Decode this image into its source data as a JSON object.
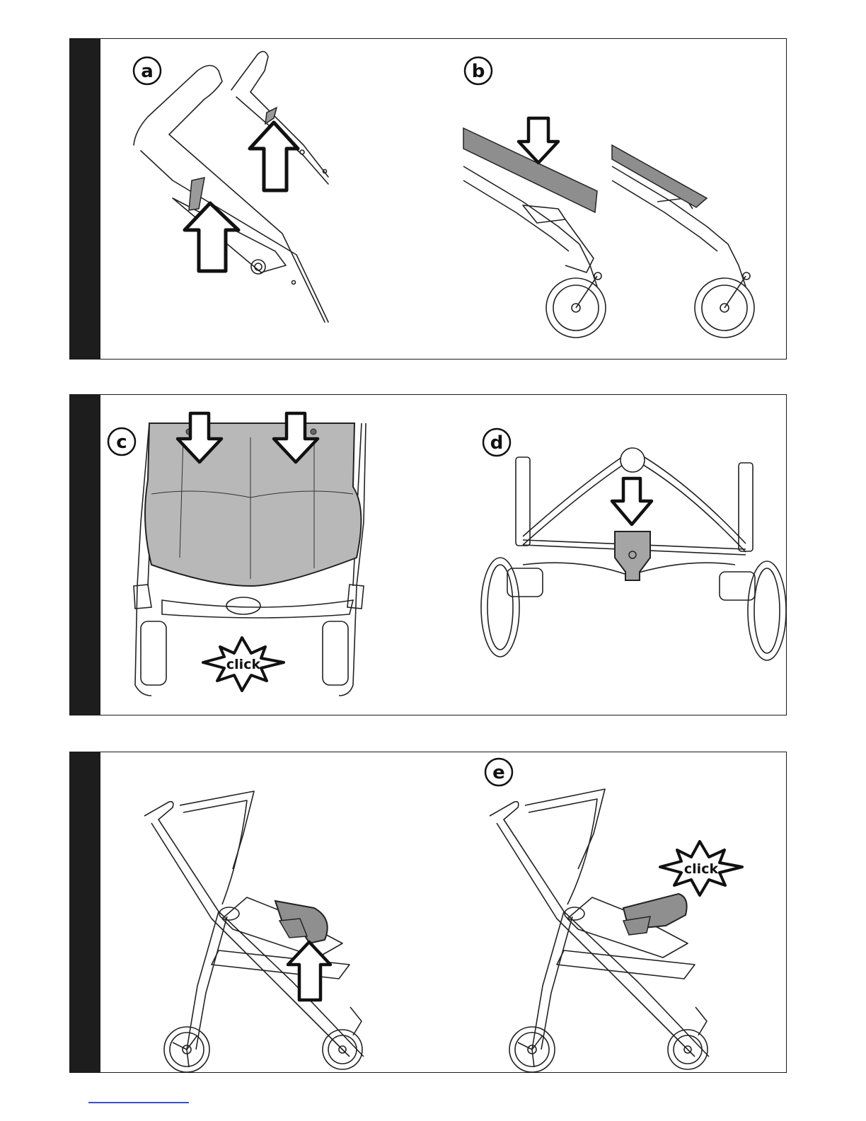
{
  "panels": [
    {
      "steps": [
        {
          "label": "a",
          "title": "Handle grips with release collars"
        },
        {
          "label": "b",
          "title": "Fold frame arm pressing down"
        }
      ]
    },
    {
      "steps": [
        {
          "label": "c",
          "title": "Seat pushed down, click"
        },
        {
          "label": "d",
          "title": "Press central fold button"
        }
      ],
      "callouts": [
        "click"
      ]
    },
    {
      "steps": [
        {
          "label": "",
          "title": "Lift armrest bumper bar"
        },
        {
          "label": "e",
          "title": "Bumper bar locked, click"
        }
      ],
      "callouts": [
        "click"
      ]
    }
  ],
  "colors": {
    "frame": "#1d1d1d",
    "shade": "#b5b5b5",
    "line": "#222222",
    "footer_link": "#3a4fd0"
  },
  "icons": [
    "arrow-up-icon",
    "arrow-down-icon",
    "click-burst-icon"
  ]
}
